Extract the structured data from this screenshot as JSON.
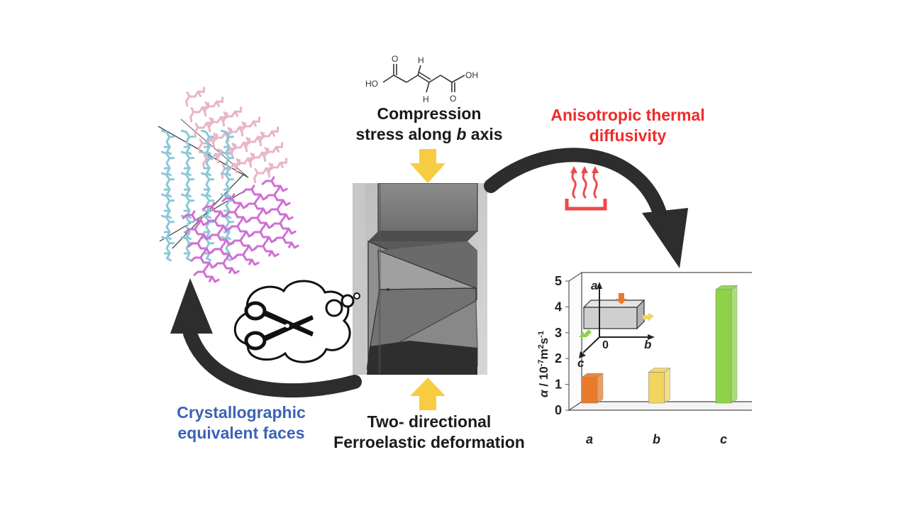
{
  "molecule": {
    "atoms": {
      "left_oh": "HO",
      "right_oh": "OH",
      "left_o": "O",
      "right_o": "O",
      "h_top": "H",
      "h_bottom": "H"
    }
  },
  "labels": {
    "compression_line1": "Compression",
    "compression_line2_pre": "stress along ",
    "compression_line2_axis": "b",
    "compression_line2_post": " axis",
    "thermal_line1": "Anisotropic thermal",
    "thermal_line2": "diffusivity",
    "crystal_line1": "Crystallographic",
    "crystal_line2": "equivalent faces",
    "ferro_line1": "Two- directional",
    "ferro_line2": "Ferroelastic deformation"
  },
  "colors": {
    "arrow": "#2d2d2d",
    "stress_arrow": "#f8cc40",
    "heat": "#ec4a4a",
    "label_red": "#ee2b2b",
    "label_blue": "#3b63b5",
    "mol_pink": "#e9b4c8",
    "mol_cyan": "#8cc8d8",
    "mol_magenta": "#cf6fd2"
  },
  "icons": {
    "thought": "scissors-icon",
    "heat": "heat-source-icon"
  },
  "chart_data": {
    "type": "bar",
    "categories": [
      "a",
      "b",
      "c"
    ],
    "values": [
      1.0,
      1.2,
      4.4
    ],
    "colors": [
      "#e87a2a",
      "#f3d45c",
      "#8ed24a"
    ],
    "ylabel_symbol": "α",
    "ylabel_rest": " / 10",
    "ylabel_exp": "-7",
    "ylabel_unit": "m",
    "ylabel_unit_exp": "2",
    "ylabel_time": "s",
    "ylabel_time_exp": "-1",
    "ylim": [
      0,
      5
    ],
    "yticks": [
      "0",
      "1",
      "2",
      "3",
      "4",
      "5"
    ],
    "inset": {
      "axis_a": "a",
      "axis_b": "b",
      "axis_c": "c",
      "origin": "0"
    }
  }
}
